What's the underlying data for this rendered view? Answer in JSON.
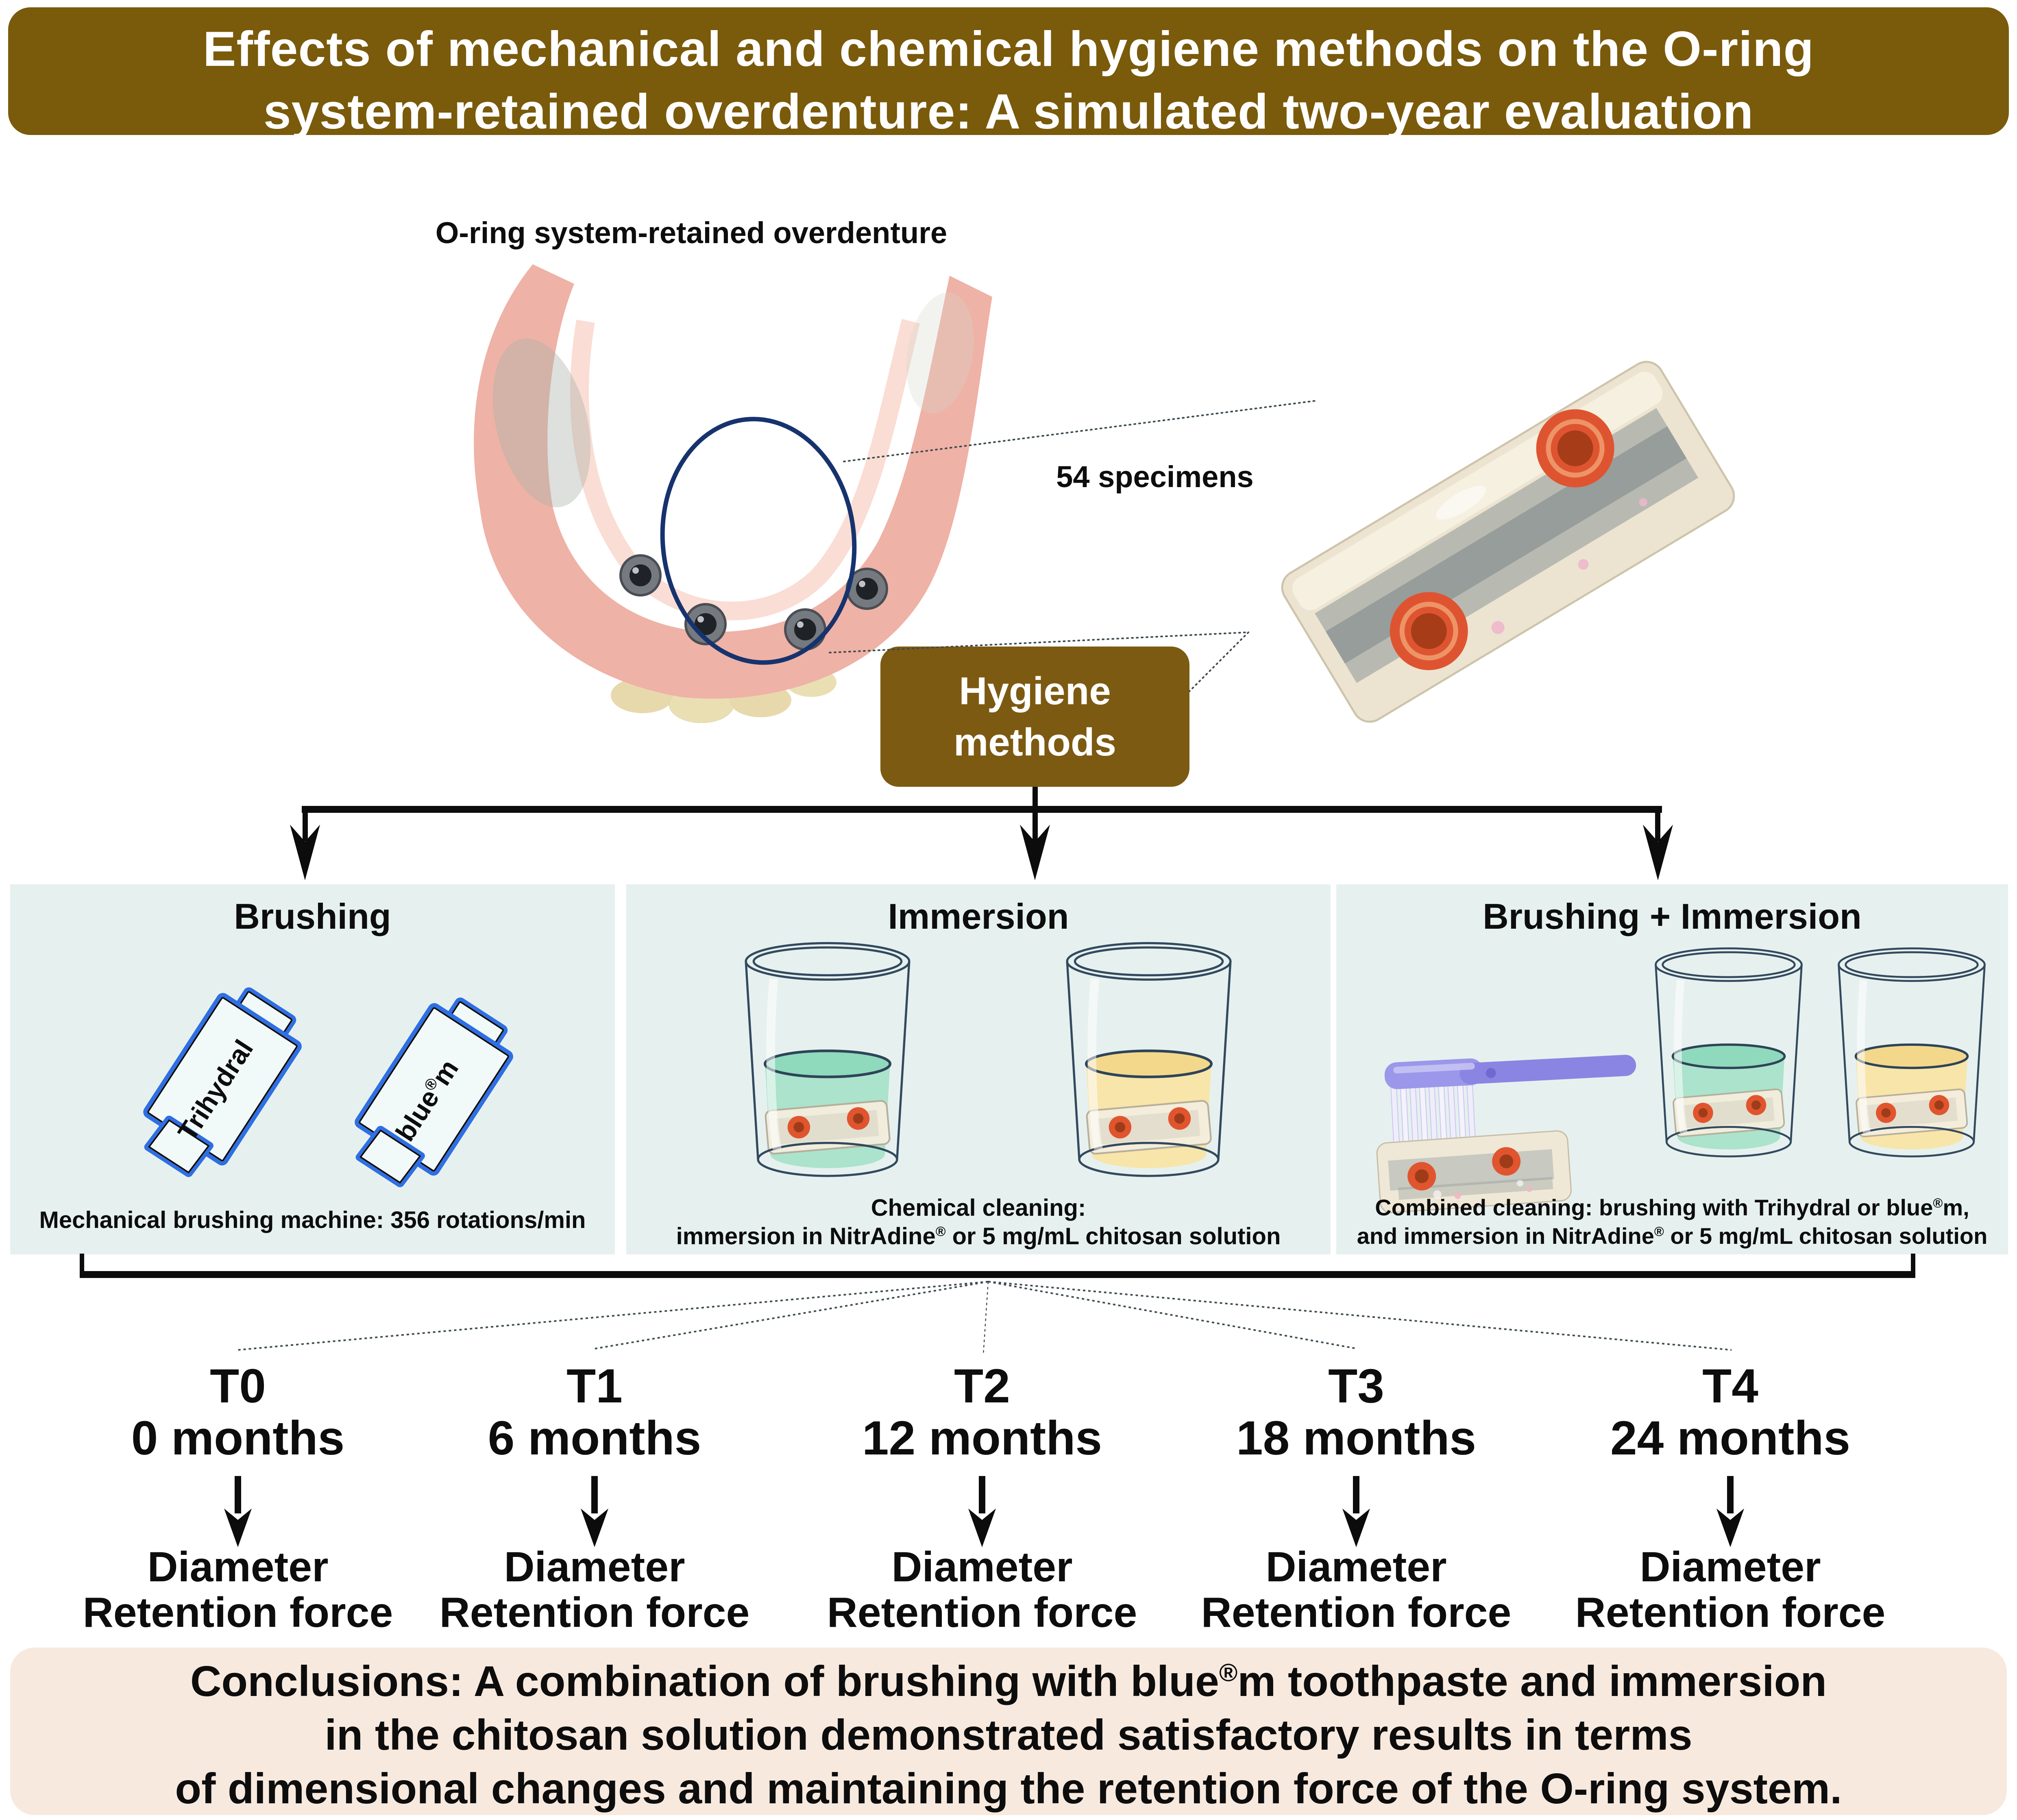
{
  "title": {
    "line1": "Effects of mechanical and chemical hygiene methods on the O-ring",
    "line2": "system-retained overdenture: A simulated two-year evaluation"
  },
  "overdenture_label": "O-ring system-retained overdenture",
  "specimens_label": "54 specimens",
  "hygiene_box": {
    "line1": "Hygiene",
    "line2": "methods"
  },
  "panels": {
    "brushing": {
      "title": "Brushing",
      "tube1_label": "Trihydral",
      "tube2_label": "blue®m",
      "caption": "Mechanical brushing machine: 356 rotations/min"
    },
    "immersion": {
      "title": "Immersion",
      "caption_line1": "Chemical cleaning:",
      "caption_line2": "immersion in NitrAdine® or 5 mg/mL chitosan solution"
    },
    "combined": {
      "title": "Brushing + Immersion",
      "caption_line1": "Combined cleaning: brushing with Trihydral or blue®m,",
      "caption_line2": "and immersion in NitrAdine® or 5 mg/mL chitosan solution"
    }
  },
  "timeline": [
    {
      "code": "T0",
      "months": "0 months",
      "outcome1": "Diameter",
      "outcome2": "Retention force"
    },
    {
      "code": "T1",
      "months": "6 months",
      "outcome1": "Diameter",
      "outcome2": "Retention force"
    },
    {
      "code": "T2",
      "months": "12 months",
      "outcome1": "Diameter",
      "outcome2": "Retention force"
    },
    {
      "code": "T3",
      "months": "18 months",
      "outcome1": "Diameter",
      "outcome2": "Retention force"
    },
    {
      "code": "T4",
      "months": "24 months",
      "outcome1": "Diameter",
      "outcome2": "Retention force"
    }
  ],
  "conclusion": {
    "line1": "Conclusions: A combination of brushing with blue®m toothpaste and immersion",
    "line2": "in the chitosan solution demonstrated satisfactory results in terms",
    "line3": "of dimensional changes and maintaining the retention force of the O-ring system."
  },
  "colors": {
    "banner_bg": "#7a5a0b",
    "hygiene_box_bg": "#7d5a12",
    "panel_bg": "#e6f1ef",
    "conclusion_bg": "#f8e9de",
    "solution_green": "#abe3cc",
    "solution_green_top": "#8fd9bd",
    "solution_yellow": "#f7e5aa",
    "solution_yellow_top": "#f3d88c",
    "tube_outline": "#2f6fe4",
    "oring_orange": "#e0552e",
    "denture_pink": "#efb2a6",
    "annotation_blue": "#16336e"
  }
}
